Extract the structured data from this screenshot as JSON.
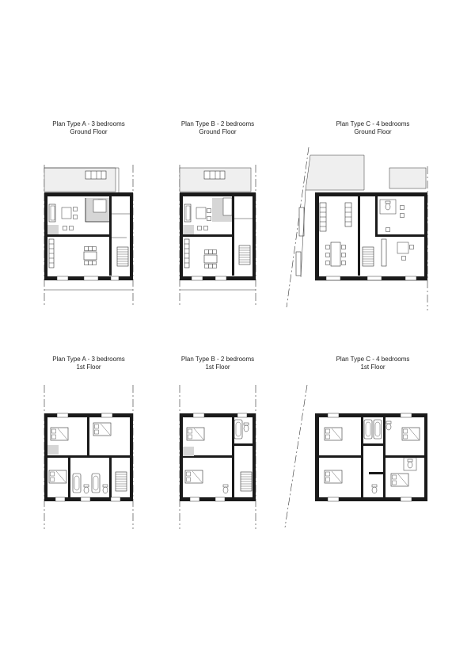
{
  "plans": [
    {
      "id": "a-ground",
      "title": "Plan Type A - 3 bedrooms",
      "floor": "Ground Floor"
    },
    {
      "id": "b-ground",
      "title": "Plan Type B - 2 bedrooms",
      "floor": "Ground Floor"
    },
    {
      "id": "c-ground",
      "title": "Plan Type C - 4 bedrooms",
      "floor": "Ground Floor"
    },
    {
      "id": "a-first",
      "title": "Plan Type A - 3 bedrooms",
      "floor": "1st Floor"
    },
    {
      "id": "b-first",
      "title": "Plan Type B - 2 bedrooms",
      "floor": "1st Floor"
    },
    {
      "id": "c-first",
      "title": "Plan Type C - 4 bedrooms",
      "floor": "1st Floor"
    }
  ]
}
